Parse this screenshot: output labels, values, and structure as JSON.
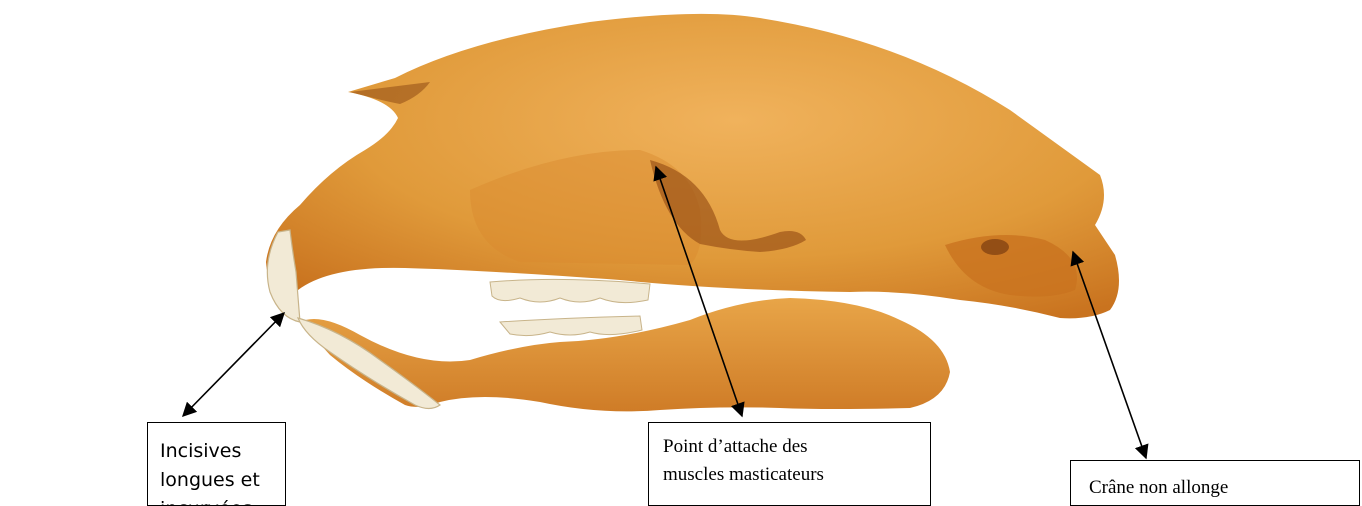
{
  "figure": {
    "subject": "skull-illustration",
    "colors": {
      "bone": "#e09a3a",
      "bone_dark": "#c9731f",
      "bone_light": "#f0b25c",
      "teeth": "#f2ead6",
      "arrow": "#000000",
      "box_border": "#000000"
    },
    "labels": {
      "incisives": {
        "line1": "Incisives longues et",
        "line2": "incurvées"
      },
      "muscles": {
        "line1": "Point d’attache des",
        "line2": "muscles masticateurs"
      },
      "crane": {
        "line1": "Crâne non allonge"
      }
    }
  }
}
